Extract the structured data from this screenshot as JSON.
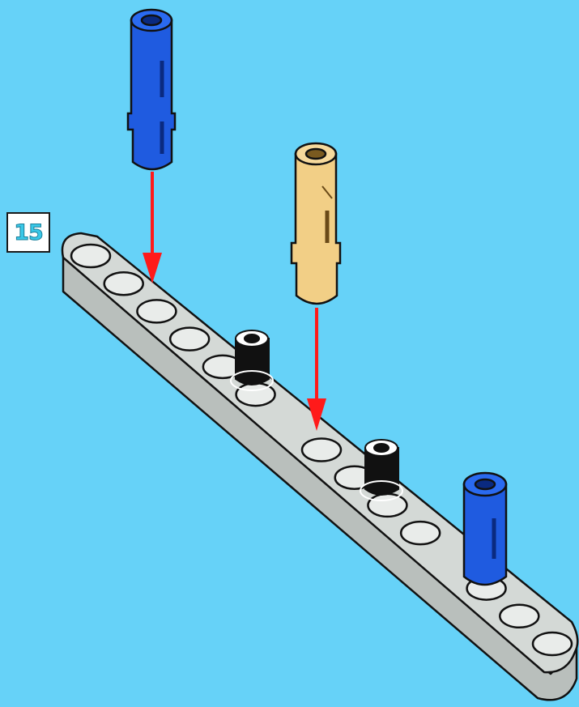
{
  "step": {
    "number": "15"
  },
  "colors": {
    "background": "#66d2f8",
    "beam_top": "#d4d9d6",
    "beam_side": "#b9bfbc",
    "blue_pin": "#1f5be0",
    "tan_pin": "#f2cf86",
    "black_pin": "#111111",
    "arrow": "#ff1a1a"
  },
  "beam": {
    "holes": 15,
    "part": "technic-beam"
  },
  "parts": [
    {
      "name": "blue-pin",
      "count": 2
    },
    {
      "name": "tan-axle-pin",
      "count": 1
    },
    {
      "name": "black-pin",
      "count": 2
    }
  ]
}
